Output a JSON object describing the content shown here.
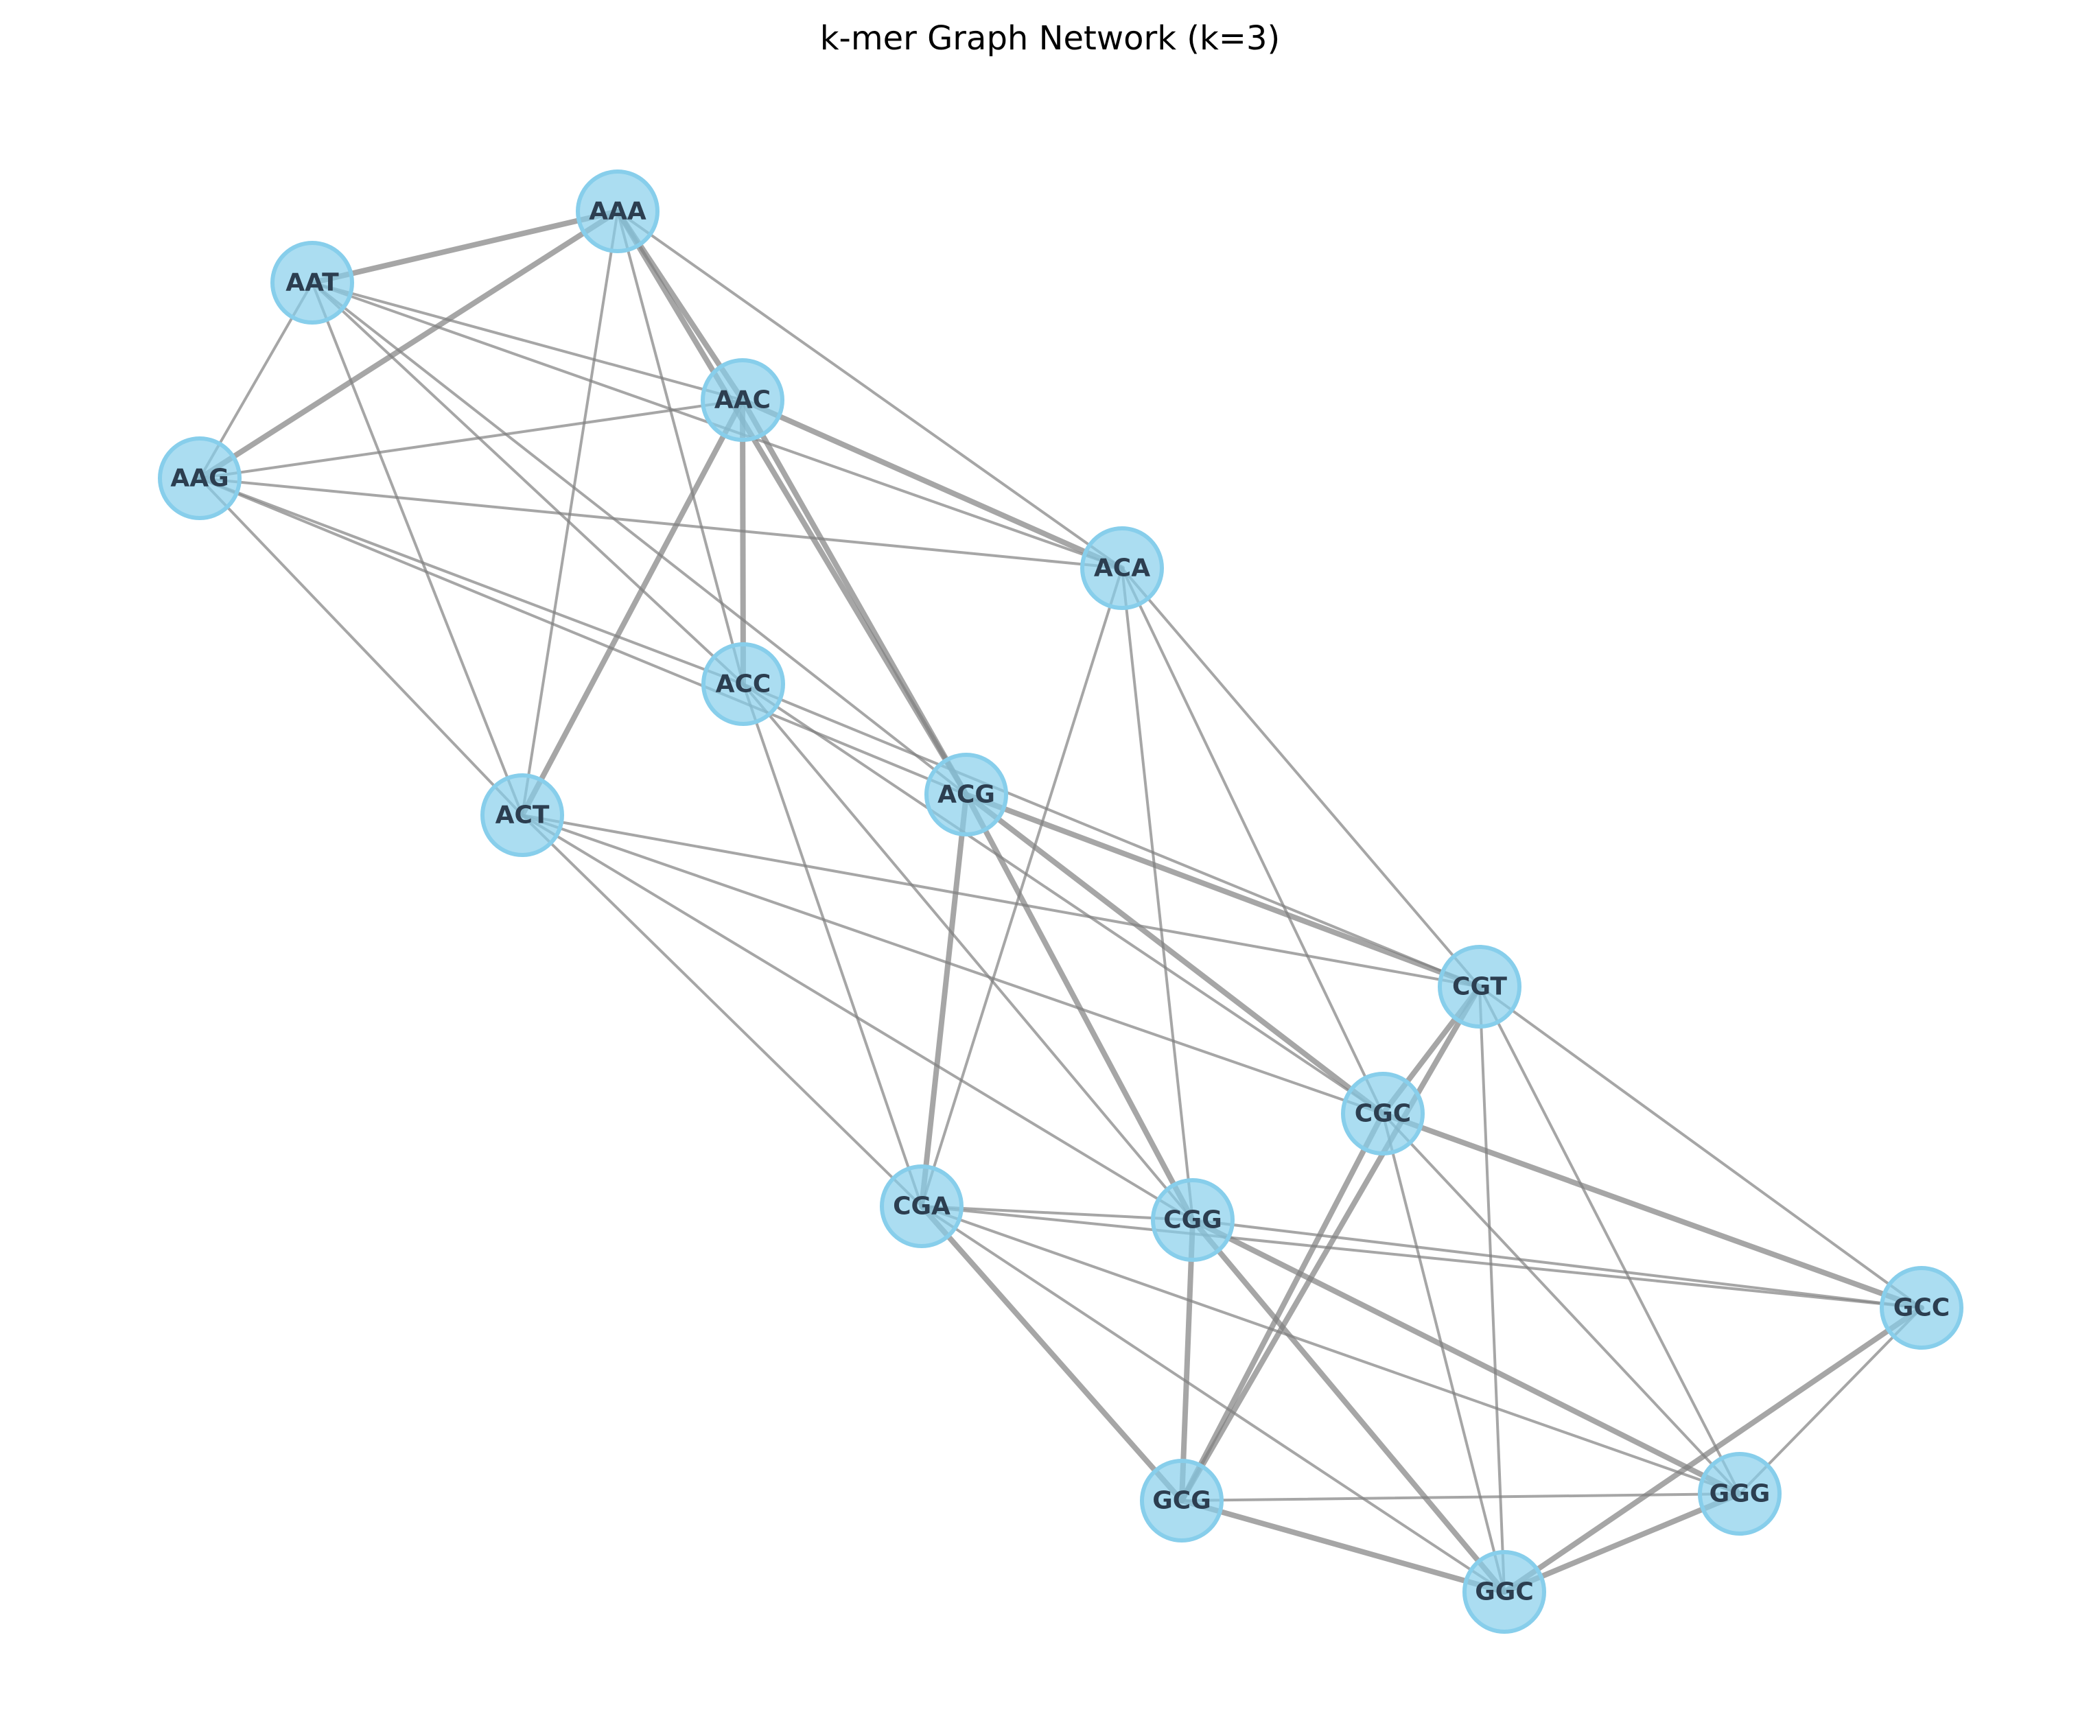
{
  "title": "k-mer Graph Network (k=3)",
  "colors": {
    "node_fill": "#87ceeb",
    "node_stroke": "#87ceeb",
    "edge": "#808080",
    "label": "#2c3e50"
  },
  "nodes": [
    {
      "id": "AAA",
      "label": "AAA"
    },
    {
      "id": "AAT",
      "label": "AAT"
    },
    {
      "id": "AAC",
      "label": "AAC"
    },
    {
      "id": "AAG",
      "label": "AAG"
    },
    {
      "id": "ACA",
      "label": "ACA"
    },
    {
      "id": "ACC",
      "label": "ACC"
    },
    {
      "id": "ACG",
      "label": "ACG"
    },
    {
      "id": "ACT",
      "label": "ACT"
    },
    {
      "id": "CGT",
      "label": "CGT"
    },
    {
      "id": "CGC",
      "label": "CGC"
    },
    {
      "id": "CGA",
      "label": "CGA"
    },
    {
      "id": "CGG",
      "label": "CGG"
    },
    {
      "id": "GCC",
      "label": "GCC"
    },
    {
      "id": "GGG",
      "label": "GGG"
    },
    {
      "id": "GCG",
      "label": "GCG"
    },
    {
      "id": "GGC",
      "label": "GGC"
    }
  ],
  "edges": [
    {
      "source": "AAA",
      "target": "AAT",
      "weight": 2
    },
    {
      "source": "AAA",
      "target": "AAG",
      "weight": 2
    },
    {
      "source": "AAA",
      "target": "AAC",
      "weight": 2
    },
    {
      "source": "AAA",
      "target": "ACA",
      "weight": 1
    },
    {
      "source": "AAA",
      "target": "ACC",
      "weight": 1
    },
    {
      "source": "AAA",
      "target": "ACT",
      "weight": 1
    },
    {
      "source": "AAA",
      "target": "ACG",
      "weight": 2
    },
    {
      "source": "AAT",
      "target": "AAG",
      "weight": 1
    },
    {
      "source": "AAT",
      "target": "AAC",
      "weight": 1
    },
    {
      "source": "AAT",
      "target": "ACA",
      "weight": 1
    },
    {
      "source": "AAT",
      "target": "ACC",
      "weight": 1
    },
    {
      "source": "AAT",
      "target": "ACT",
      "weight": 1
    },
    {
      "source": "AAT",
      "target": "ACG",
      "weight": 1
    },
    {
      "source": "AAG",
      "target": "AAC",
      "weight": 1
    },
    {
      "source": "AAG",
      "target": "ACA",
      "weight": 1
    },
    {
      "source": "AAG",
      "target": "ACC",
      "weight": 1
    },
    {
      "source": "AAG",
      "target": "ACT",
      "weight": 1
    },
    {
      "source": "AAG",
      "target": "ACG",
      "weight": 1
    },
    {
      "source": "AAC",
      "target": "ACA",
      "weight": 2
    },
    {
      "source": "AAC",
      "target": "ACC",
      "weight": 2
    },
    {
      "source": "AAC",
      "target": "ACT",
      "weight": 2
    },
    {
      "source": "AAC",
      "target": "ACG",
      "weight": 2
    },
    {
      "source": "ACA",
      "target": "CGA",
      "weight": 1
    },
    {
      "source": "ACA",
      "target": "CGG",
      "weight": 1
    },
    {
      "source": "ACA",
      "target": "CGC",
      "weight": 1
    },
    {
      "source": "ACA",
      "target": "CGT",
      "weight": 1
    },
    {
      "source": "ACC",
      "target": "CGA",
      "weight": 1
    },
    {
      "source": "ACC",
      "target": "CGG",
      "weight": 1
    },
    {
      "source": "ACC",
      "target": "CGC",
      "weight": 1
    },
    {
      "source": "ACC",
      "target": "CGT",
      "weight": 1
    },
    {
      "source": "ACG",
      "target": "CGA",
      "weight": 2
    },
    {
      "source": "ACG",
      "target": "CGG",
      "weight": 2
    },
    {
      "source": "ACG",
      "target": "CGC",
      "weight": 2
    },
    {
      "source": "ACG",
      "target": "CGT",
      "weight": 2
    },
    {
      "source": "ACT",
      "target": "CGA",
      "weight": 1
    },
    {
      "source": "ACT",
      "target": "CGG",
      "weight": 1
    },
    {
      "source": "ACT",
      "target": "CGC",
      "weight": 1
    },
    {
      "source": "ACT",
      "target": "CGT",
      "weight": 1
    },
    {
      "source": "CGT",
      "target": "CGC",
      "weight": 2
    },
    {
      "source": "CGT",
      "target": "GCC",
      "weight": 1
    },
    {
      "source": "CGT",
      "target": "GGG",
      "weight": 1
    },
    {
      "source": "CGT",
      "target": "GCG",
      "weight": 2
    },
    {
      "source": "CGT",
      "target": "GGC",
      "weight": 1
    },
    {
      "source": "CGC",
      "target": "GCC",
      "weight": 2
    },
    {
      "source": "CGC",
      "target": "GGG",
      "weight": 1
    },
    {
      "source": "CGC",
      "target": "GCG",
      "weight": 2
    },
    {
      "source": "CGC",
      "target": "GGC",
      "weight": 1
    },
    {
      "source": "CGA",
      "target": "CGG",
      "weight": 1
    },
    {
      "source": "CGA",
      "target": "GCC",
      "weight": 1
    },
    {
      "source": "CGA",
      "target": "GGG",
      "weight": 1
    },
    {
      "source": "CGA",
      "target": "GCG",
      "weight": 2
    },
    {
      "source": "CGA",
      "target": "GGC",
      "weight": 1
    },
    {
      "source": "CGG",
      "target": "GCC",
      "weight": 1
    },
    {
      "source": "CGG",
      "target": "GGG",
      "weight": 2
    },
    {
      "source": "CGG",
      "target": "GCG",
      "weight": 2
    },
    {
      "source": "CGG",
      "target": "GGC",
      "weight": 2
    },
    {
      "source": "GCC",
      "target": "GGG",
      "weight": 1
    },
    {
      "source": "GCC",
      "target": "GGC",
      "weight": 2
    },
    {
      "source": "GGG",
      "target": "GCG",
      "weight": 1
    },
    {
      "source": "GGG",
      "target": "GGC",
      "weight": 2
    },
    {
      "source": "GCG",
      "target": "GGC",
      "weight": 2
    }
  ]
}
